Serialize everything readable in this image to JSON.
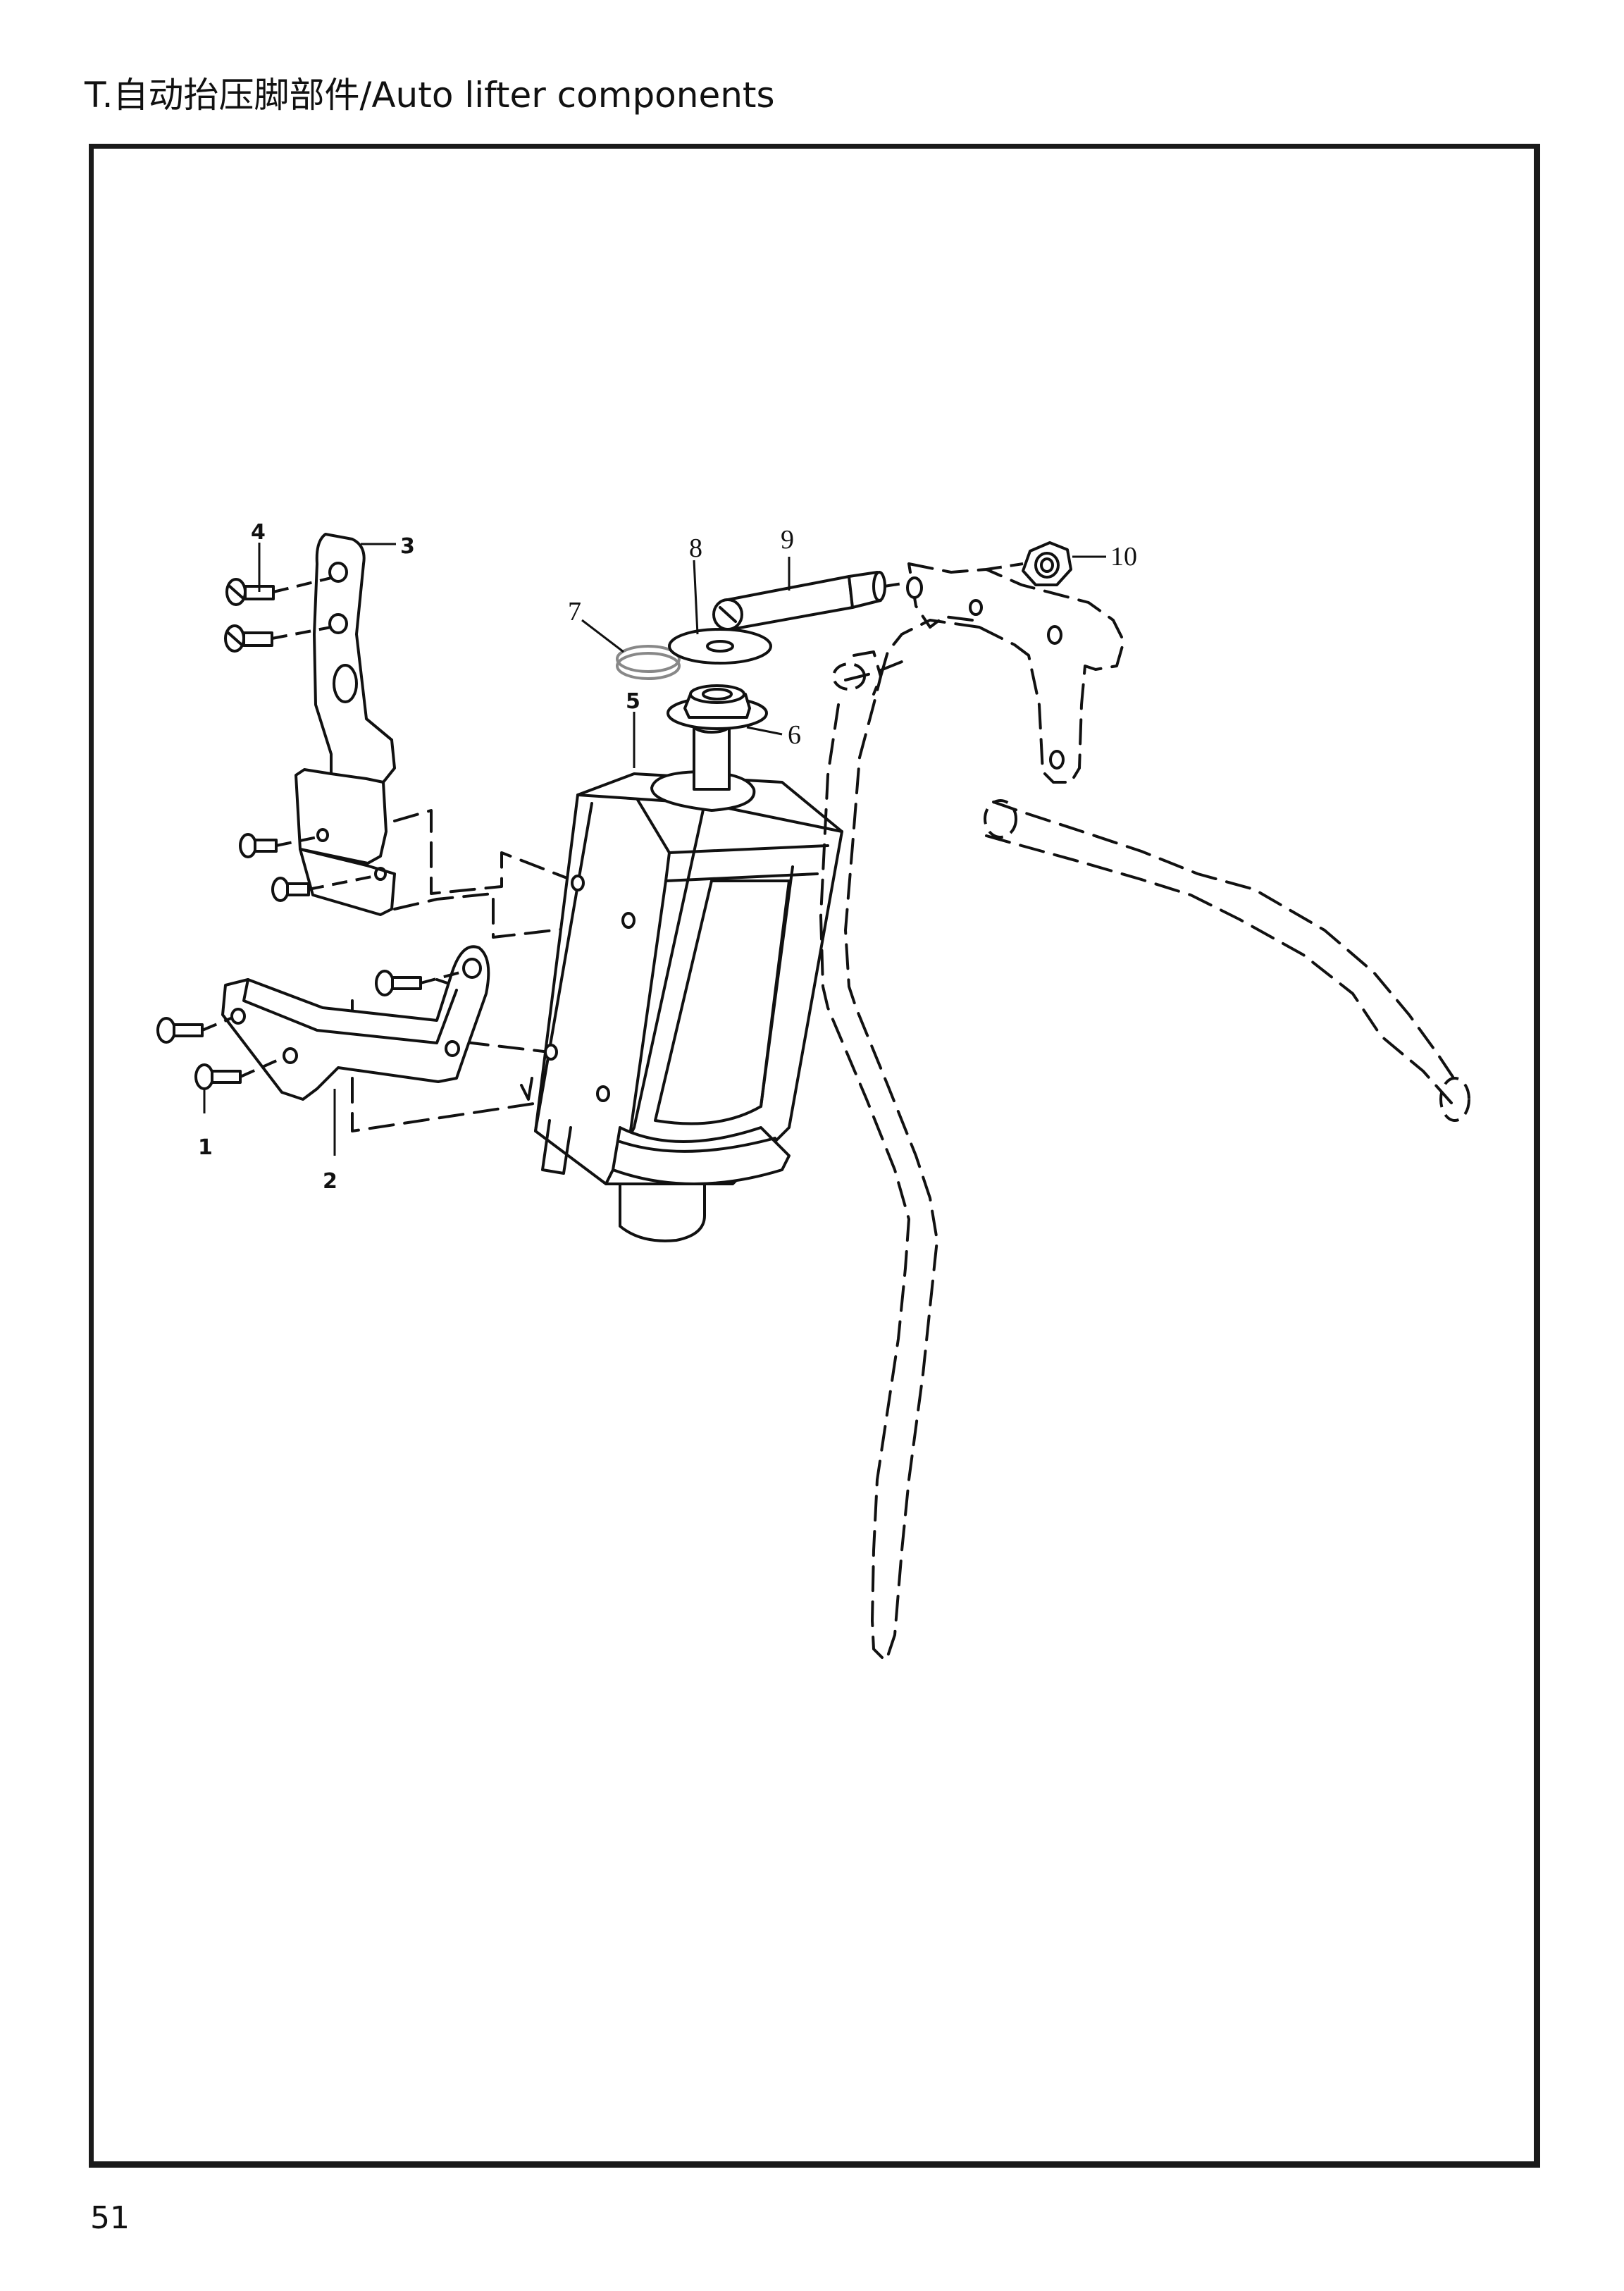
{
  "page": {
    "title": "T.自动抬压脚部件/Auto lifter components",
    "page_number": "51"
  },
  "callouts": [
    {
      "number": "1"
    },
    {
      "number": "2"
    },
    {
      "number": "3"
    },
    {
      "number": "4"
    },
    {
      "number": "5"
    },
    {
      "number": "6"
    },
    {
      "number": "7"
    },
    {
      "number": "8"
    },
    {
      "number": "9"
    },
    {
      "number": "10"
    }
  ]
}
